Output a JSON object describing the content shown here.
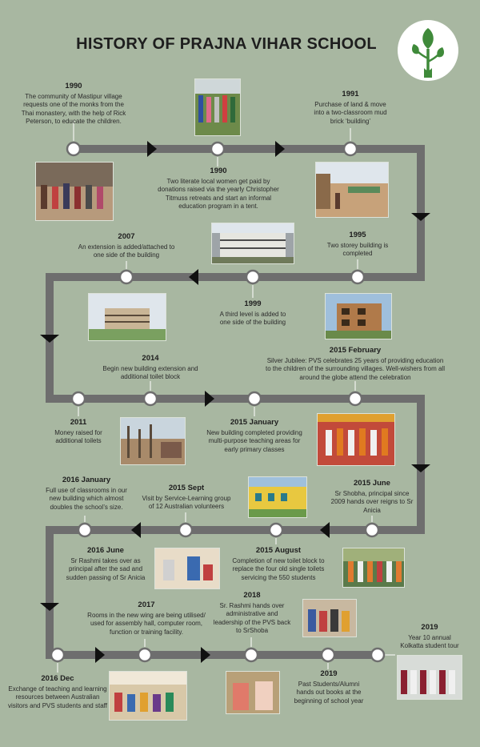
{
  "title": "HISTORY OF PRAJNA VIHAR SCHOOL",
  "logo": {
    "icon": "bodhi-leaf-tree-icon",
    "color": "#3f8a3a"
  },
  "colors": {
    "background": "#a8b7a1",
    "track": "#6e6e6e",
    "arrow": "#111111",
    "node_fill": "#ffffff"
  },
  "events": [
    {
      "year": "1990",
      "text": "The community of Mastipur village requests one of the monks from the Thai monastery, with the help of Rick Peterson, to educate the children."
    },
    {
      "year": "1990",
      "text": "Two literate local women get paid by donations raised via the yearly Christopher Titmuss retreats and start an informal education program in a tent."
    },
    {
      "year": "1991",
      "text": "Purchase of land & move into a two-classroom mud brick ‘building’"
    },
    {
      "year": "2007",
      "text": "An extension is added/attached to one side of the building"
    },
    {
      "year": "1995",
      "text": "Two storey building is completed"
    },
    {
      "year": "1999",
      "text": "A third level is added to one side of the building"
    },
    {
      "year": "2014",
      "text": "Begin new building extension and additional toilet block"
    },
    {
      "year": "2015 February",
      "text": "Silver Jubilee: PVS celebrates 25 years of providing education to the children of the surrounding villages. Well-wishers from all around the globe attend the celebration"
    },
    {
      "year": "2011",
      "text": "Money raised for additional toilets"
    },
    {
      "year": "2015 January",
      "text": "New building completed providing multi-purpose teaching areas for early primary classes"
    },
    {
      "year": "2016 January",
      "text": "Full use of classrooms in our new building which almost doubles the school’s size."
    },
    {
      "year": "2015 Sept",
      "text": "Visit by Service-Learning group of 12 Australian volunteers"
    },
    {
      "year": "2015 June",
      "text": "Sr Shobha, principal since 2009 hands over reigns to Sr Anicia"
    },
    {
      "year": "2016 June",
      "text": "Sr Rashmi takes over as principal after the sad and sudden passing of Sr Anicia"
    },
    {
      "year": "2015 August",
      "text": "Completion of new toilet block to replace the four old single toilets servicing the 550 students"
    },
    {
      "year": "2017",
      "text": "Rooms in the new wing are being utilised/ used for assembly hall, computer room, function or training facility."
    },
    {
      "year": "2018",
      "text": "Sr. Rashmi hands over administrative and leadership of the PVS back to SrShoba"
    },
    {
      "year": "2019",
      "text": "Year 10 annual Kolkatta student tour"
    },
    {
      "year": "2016 Dec",
      "text": "Exchange of teaching and learning resources between Australian visitors and PVS students and staff"
    },
    {
      "year": "2019",
      "text": "Past Students/Alumni hands out books at the beginning of school year"
    }
  ],
  "photos": [
    {
      "name": "photo-village-children"
    },
    {
      "name": "photo-women-in-line"
    },
    {
      "name": "photo-mud-brick-building"
    },
    {
      "name": "photo-three-storey-building"
    },
    {
      "name": "photo-extension-building"
    },
    {
      "name": "photo-two-storey-building"
    },
    {
      "name": "photo-construction-site"
    },
    {
      "name": "photo-silver-jubilee-stage"
    },
    {
      "name": "photo-yellow-toilet-block"
    },
    {
      "name": "photo-volunteers-classroom"
    },
    {
      "name": "photo-sisters-group"
    },
    {
      "name": "photo-assembly-hall"
    },
    {
      "name": "photo-sr-rashmi"
    },
    {
      "name": "photo-alumni-books"
    },
    {
      "name": "photo-student-tour-group"
    }
  ]
}
